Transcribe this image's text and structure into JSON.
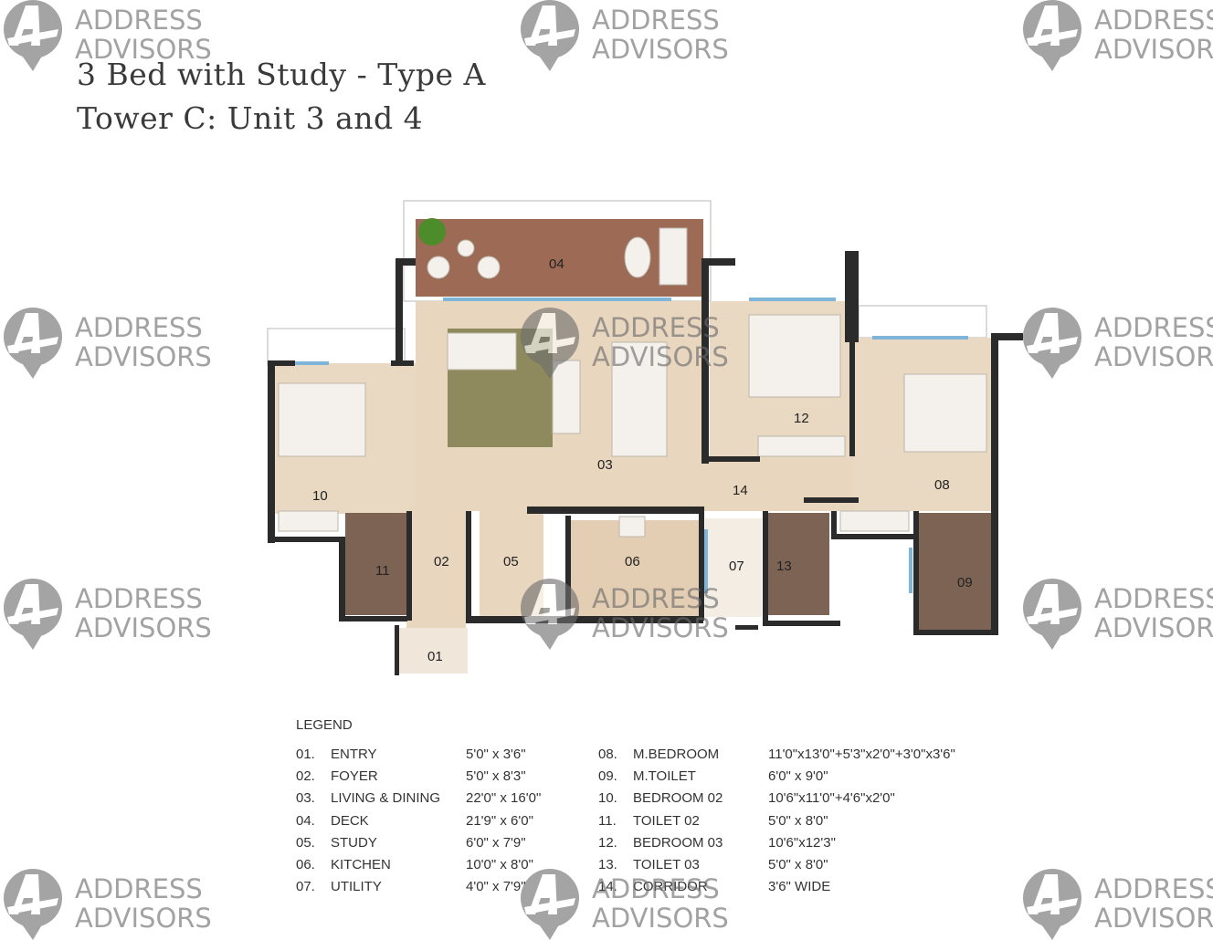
{
  "title": {
    "line1": "3 Bed with Study - Type A",
    "line2": "Tower C: Unit 3 and 4"
  },
  "watermark": {
    "line1": "ADDRESS",
    "line2": "ADVISORS"
  },
  "plan": {
    "labels": {
      "r01": "01",
      "r02": "02",
      "r03": "03",
      "r04": "04",
      "r05": "05",
      "r06": "06",
      "r07": "07",
      "r08": "08",
      "r09": "09",
      "r10": "10",
      "r11": "11",
      "r12": "12",
      "r13": "13",
      "r14": "14"
    }
  },
  "legend": {
    "heading": "LEGEND",
    "left": [
      {
        "num": "01.",
        "name": "ENTRY",
        "size": "5'0\" x 3'6\""
      },
      {
        "num": "02.",
        "name": "FOYER",
        "size": "5'0\" x 8'3\""
      },
      {
        "num": "03.",
        "name": "LIVING & DINING",
        "size": "22'0\" x 16'0\""
      },
      {
        "num": "04.",
        "name": "DECK",
        "size": "21'9\" x 6'0\""
      },
      {
        "num": "05.",
        "name": "STUDY",
        "size": "6'0\" x 7'9\""
      },
      {
        "num": "06.",
        "name": "KITCHEN",
        "size": "10'0\" x 8'0\""
      },
      {
        "num": "07.",
        "name": "UTILITY",
        "size": "4'0\" x 7'9\""
      }
    ],
    "right": [
      {
        "num": "08.",
        "name": "M.BEDROOM",
        "size": "11'0\"x13'0\"+5'3\"x2'0\"+3'0\"x3'6\""
      },
      {
        "num": "09.",
        "name": "M.TOILET",
        "size": "6'0\" x 9'0\""
      },
      {
        "num": "10.",
        "name": "BEDROOM 02",
        "size": "10'6\"x11'0\"+4'6\"x2'0\""
      },
      {
        "num": "11.",
        "name": "TOILET 02",
        "size": "5'0\" x 8'0\""
      },
      {
        "num": "12.",
        "name": "BEDROOM 03",
        "size": "10'6\"x12'3\""
      },
      {
        "num": "13.",
        "name": "TOILET 03",
        "size": "5'0\" x 8'0\""
      },
      {
        "num": "14.",
        "name": "CORRIDOR",
        "size": "3'6\" WIDE"
      }
    ]
  }
}
